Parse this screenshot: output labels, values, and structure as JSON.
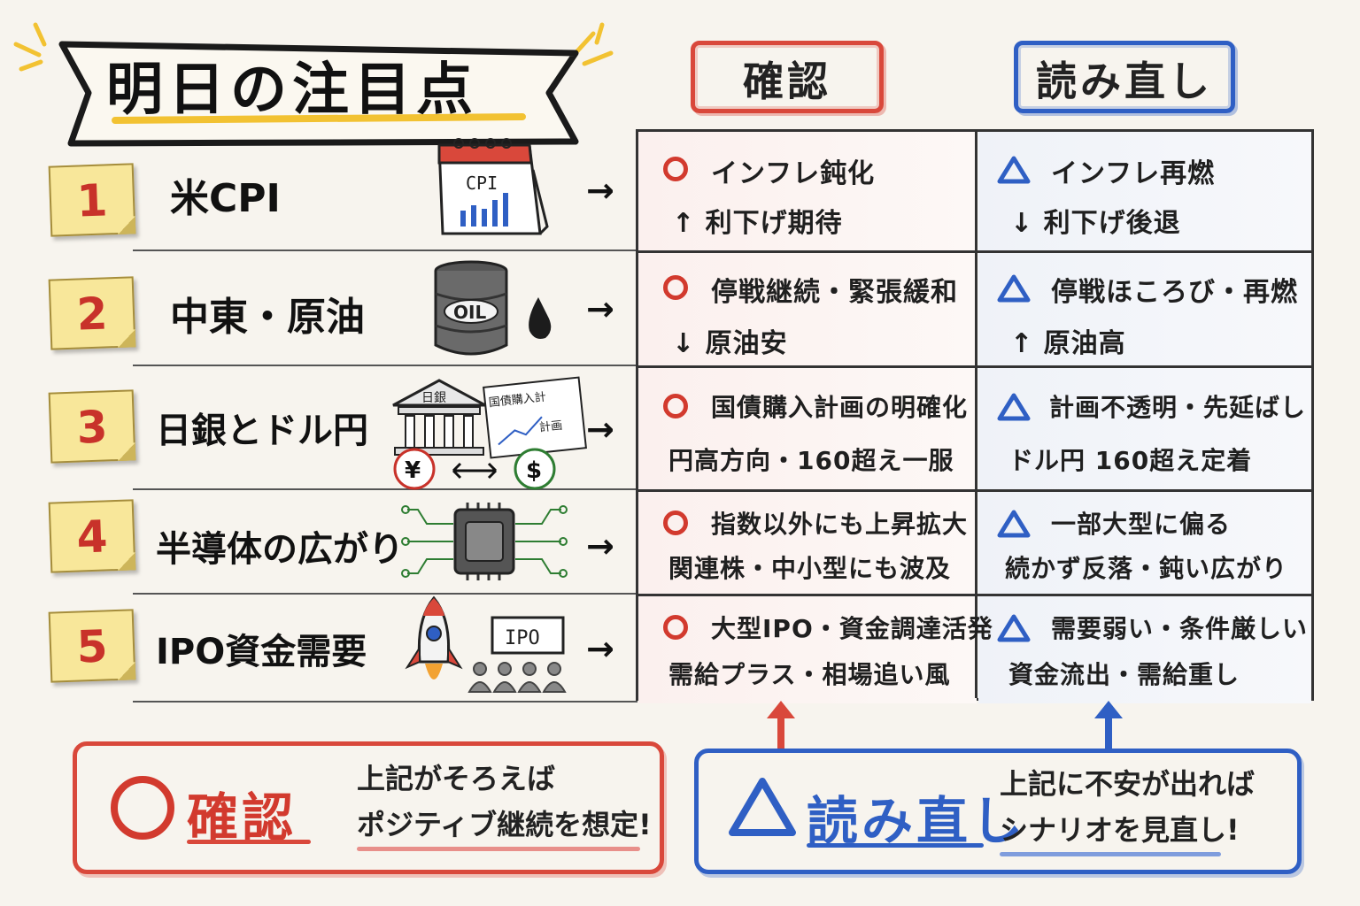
{
  "title": "明日の注目点",
  "columns": {
    "confirm": "確認",
    "rethink": "読み直し"
  },
  "items": [
    {
      "number": "1",
      "label": "米CPI",
      "icon": "calendar-chart-icon",
      "icon_text": "CPI",
      "confirm": [
        "インフレ鈍化",
        "↑ 利下げ期待"
      ],
      "rethink": [
        "インフレ再燃",
        "↓ 利下げ後退"
      ]
    },
    {
      "number": "2",
      "label": "中東・原油",
      "icon": "oil-barrel-icon",
      "icon_text": "OIL",
      "confirm": [
        "停戦継続・緊張緩和",
        "↓ 原油安"
      ],
      "rethink": [
        "停戦ほころび・再燃",
        "↑ 原油高"
      ]
    },
    {
      "number": "3",
      "label": "日銀とドル円",
      "icon": "bank-currency-icon",
      "icon_text": "日銀",
      "icon_doc_title": "国債購入計",
      "icon_doc_sub": "計画",
      "confirm": [
        "国債購入計画の明確化",
        "円高方向・160超え一服"
      ],
      "rethink": [
        "計画不透明・先延ばし",
        "ドル円 160超え定着"
      ]
    },
    {
      "number": "4",
      "label": "半導体の広がり",
      "icon": "chip-icon",
      "confirm": [
        "指数以外にも上昇拡大",
        "関連株・中小型にも波及"
      ],
      "rethink": [
        "一部大型に偏る",
        "続かず反落・鈍い広がり"
      ]
    },
    {
      "number": "5",
      "label": "IPO資金需要",
      "icon": "rocket-icon",
      "icon_text": "IPO",
      "confirm": [
        "大型IPO・資金調達活発",
        "需給プラス・相場追い風"
      ],
      "rethink": [
        "需要弱い・条件厳しい",
        "資金流出・需給重し"
      ]
    }
  ],
  "legend": {
    "confirm_word": "確認",
    "confirm_desc": [
      "上記がそろえば",
      "ポジティブ継続を想定!"
    ],
    "rethink_word": "読み直し",
    "rethink_desc": [
      "上記に不安が出れば",
      "シナリオを見直し!"
    ]
  },
  "colors": {
    "confirm": "#d23a2e",
    "rethink": "#2f5fc4",
    "note": "#f8e79a"
  }
}
